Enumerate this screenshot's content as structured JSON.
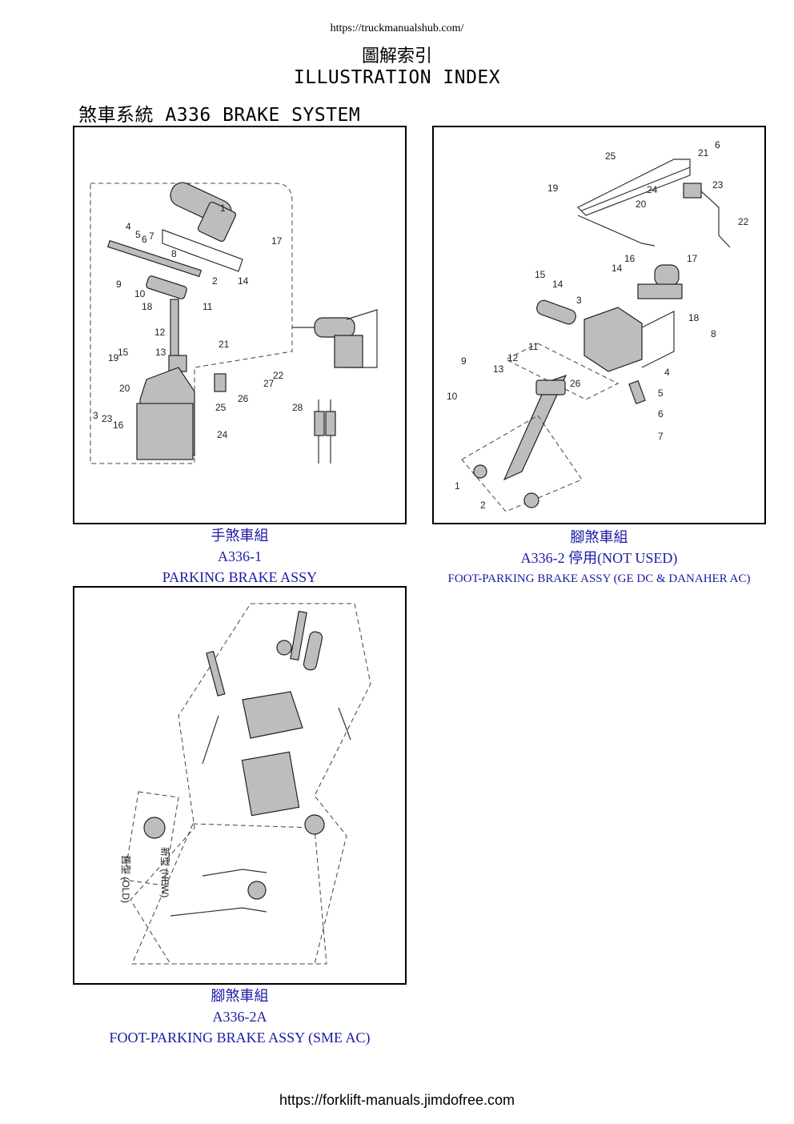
{
  "header": {
    "url": "https://truckmanualshub.com/",
    "title_zh": "圖解索引",
    "title_en": "ILLUSTRATION INDEX",
    "section": "煞車系統 A336 BRAKE SYSTEM"
  },
  "panels": [
    {
      "caption_zh": "手煞車組",
      "code": "A336-1",
      "caption_en": "PARKING BRAKE ASSY",
      "labels": [
        "1",
        "2",
        "3",
        "4",
        "5",
        "6",
        "7",
        "8",
        "9",
        "10",
        "11",
        "12",
        "13",
        "14",
        "15",
        "16",
        "17",
        "18",
        "19",
        "20",
        "21",
        "22",
        "23",
        "24",
        "25",
        "26",
        "27",
        "28"
      ]
    },
    {
      "caption_zh": "腳煞車組",
      "code": "A336-2  停用(NOT USED)",
      "caption_en": "FOOT-PARKING BRAKE ASSY (GE DC & DANAHER AC)",
      "labels": [
        "1",
        "2",
        "3",
        "4",
        "5",
        "6",
        "7",
        "8",
        "9",
        "10",
        "11",
        "12",
        "13",
        "14",
        "15",
        "16",
        "17",
        "18",
        "19",
        "20",
        "21",
        "22",
        "23",
        "24",
        "25",
        "26"
      ]
    },
    {
      "caption_zh": "腳煞車組",
      "code": "A336-2A",
      "caption_en": "FOOT-PARKING BRAKE ASSY (SME AC)",
      "labels": [
        "舊型 (OLD)",
        "新型 (NEW)"
      ]
    }
  ],
  "footer": {
    "url": "https://forklift-manuals.jimdofree.com"
  }
}
